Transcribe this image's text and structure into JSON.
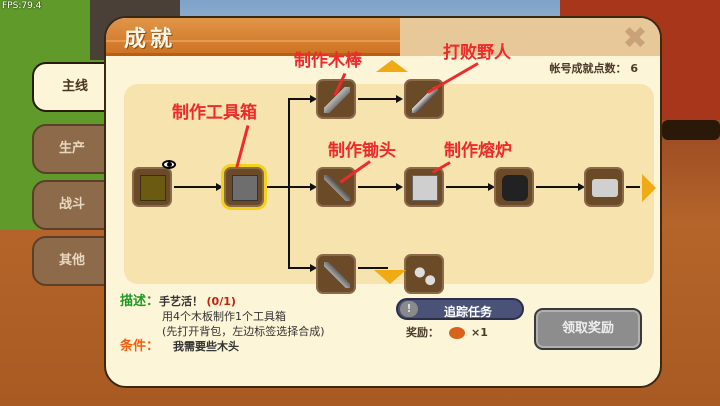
{
  "hud": {
    "fps": "FPS:79.4"
  },
  "panel": {
    "title": "成就",
    "account_points_label": "帐号成就点数：",
    "account_points_value": "6",
    "close_icon": "close-x-icon"
  },
  "tabs": [
    {
      "label": "主线",
      "active": true
    },
    {
      "label": "生产",
      "active": false
    },
    {
      "label": "战斗",
      "active": false
    },
    {
      "label": "其他",
      "active": false
    }
  ],
  "tree": {
    "nodes": [
      {
        "id": "wood",
        "icon": "wood-block-icon",
        "has_eye": true
      },
      {
        "id": "toolbox",
        "icon": "toolbox-icon",
        "selected": true
      },
      {
        "id": "club",
        "icon": "wooden-club-icon"
      },
      {
        "id": "sword",
        "icon": "sword-icon"
      },
      {
        "id": "pickaxe",
        "icon": "pickaxe-icon"
      },
      {
        "id": "furnace",
        "icon": "furnace-icon"
      },
      {
        "id": "coal",
        "icon": "coal-icon"
      },
      {
        "id": "ingot",
        "icon": "iron-ingot-icon"
      },
      {
        "id": "scythe",
        "icon": "scythe-icon"
      },
      {
        "id": "unknown",
        "icon": "ore-icon"
      }
    ],
    "annotations": [
      "制作工具箱",
      "制作木棒",
      "打败野人",
      "制作锄头",
      "制作熔炉"
    ]
  },
  "detail": {
    "desc_label": "描述：",
    "quest_name": "手艺活！",
    "progress": "(0/1)",
    "desc_line1": "用4个木板制作1个工具箱",
    "desc_line2": "(先打开背包，左边标签选择合成)",
    "cond_label": "条件：",
    "cond_text": "我需要些木头"
  },
  "actions": {
    "track_label": "追踪任务",
    "reward_label": "奖励：",
    "reward_count": "×1",
    "claim_label": "领取奖励"
  }
}
